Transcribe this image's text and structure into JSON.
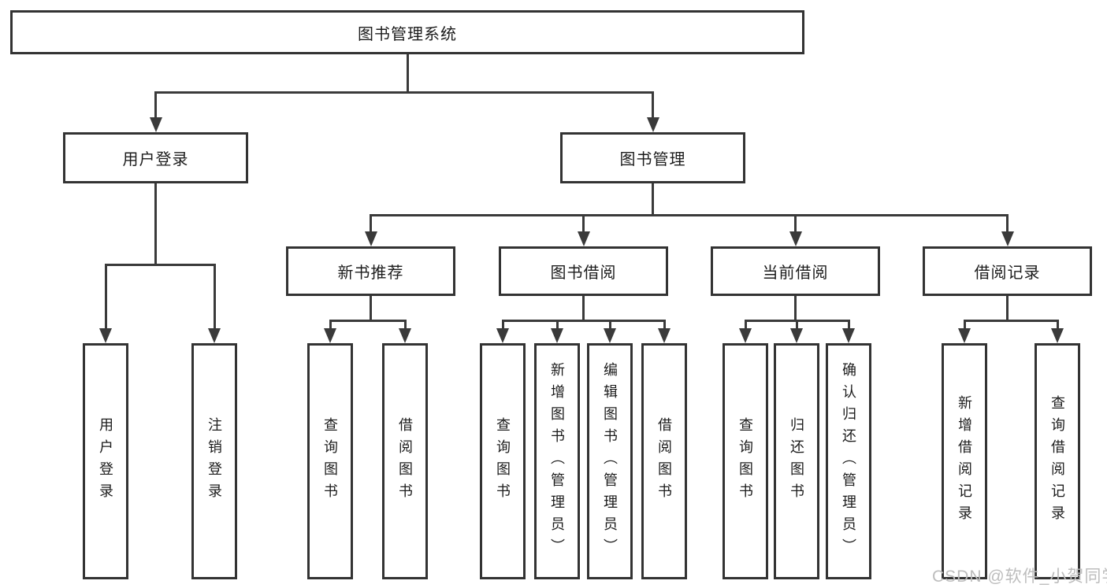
{
  "diagram_type": "tree",
  "colors": {
    "background": "#ffffff",
    "box_border": "#333333",
    "connector_line": "#3a3a3a",
    "text": "#1c1c1c",
    "watermark": "#bdbdbd"
  },
  "nodes": {
    "root": "图书管理系统",
    "user_login": "用户登录",
    "book_management": "图书管理",
    "new_book": "新书推荐",
    "book_borrow": "图书借阅",
    "current_borrow": "当前借阅",
    "borrow_record": "借阅记录",
    "ul_login": "用户登录",
    "ul_logout": "注销登录",
    "nb_query": "查询图书",
    "nb_borrow": "借阅图书",
    "bb_query": "查询图书",
    "bb_add": "新增图书（管理员）",
    "bb_edit": "编辑图书（管理员）",
    "bb_borrow": "借阅图书",
    "cb_query": "查询图书",
    "cb_return": "归还图书",
    "cb_confirm": "确认归还（管理员）",
    "br_add": "新增借阅记录",
    "br_query": "查询借阅记录"
  },
  "watermark": {
    "text": "CSDN @软件_小贺同学"
  }
}
